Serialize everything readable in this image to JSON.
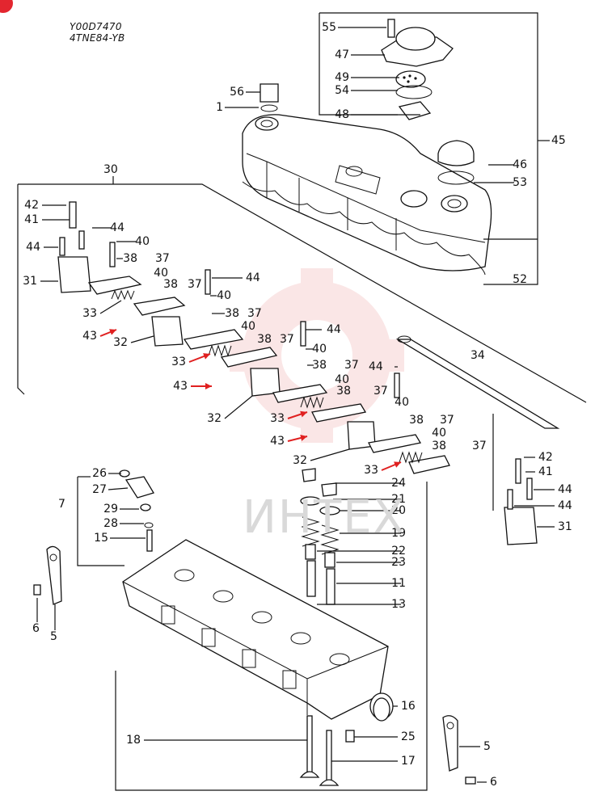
{
  "header": {
    "code": "Y00D7470",
    "model": "4TNE84-YB"
  },
  "watermark": "ИНТЕХ",
  "colors": {
    "arrow": "#e02020",
    "watermark": "#f3b8b8",
    "line": "#111111"
  },
  "callouts": [
    {
      "id": "c55",
      "label": "55"
    },
    {
      "id": "c47",
      "label": "47"
    },
    {
      "id": "c49",
      "label": "49"
    },
    {
      "id": "c54",
      "label": "54"
    },
    {
      "id": "c48",
      "label": "48"
    },
    {
      "id": "c56",
      "label": "56"
    },
    {
      "id": "c1",
      "label": "1"
    },
    {
      "id": "c45",
      "label": "45"
    },
    {
      "id": "c46",
      "label": "46"
    },
    {
      "id": "c53",
      "label": "53"
    },
    {
      "id": "c52",
      "label": "52"
    },
    {
      "id": "c30",
      "label": "30"
    },
    {
      "id": "c42a",
      "label": "42"
    },
    {
      "id": "c41a",
      "label": "41"
    },
    {
      "id": "c44a",
      "label": "44"
    },
    {
      "id": "c44b",
      "label": "44"
    },
    {
      "id": "c40a",
      "label": "40"
    },
    {
      "id": "c38a",
      "label": "38"
    },
    {
      "id": "c37a",
      "label": "37"
    },
    {
      "id": "c31a",
      "label": "31"
    },
    {
      "id": "c40b",
      "label": "40"
    },
    {
      "id": "c38b",
      "label": "38"
    },
    {
      "id": "c37b",
      "label": "37"
    },
    {
      "id": "c44c",
      "label": "44"
    },
    {
      "id": "c33a",
      "label": "33"
    },
    {
      "id": "c40c",
      "label": "40"
    },
    {
      "id": "c38c",
      "label": "38"
    },
    {
      "id": "c37c",
      "label": "37"
    },
    {
      "id": "c43a",
      "label": "43"
    },
    {
      "id": "c44d",
      "label": "44"
    },
    {
      "id": "c40d",
      "label": "40"
    },
    {
      "id": "c38d",
      "label": "38"
    },
    {
      "id": "c37d",
      "label": "37"
    },
    {
      "id": "c32a",
      "label": "32"
    },
    {
      "id": "c33b",
      "label": "33"
    },
    {
      "id": "c40e",
      "label": "40"
    },
    {
      "id": "c38e",
      "label": "38"
    },
    {
      "id": "c37e",
      "label": "37"
    },
    {
      "id": "c34",
      "label": "34"
    },
    {
      "id": "c44e",
      "label": "44"
    },
    {
      "id": "c43b",
      "label": "43"
    },
    {
      "id": "c40f",
      "label": "40"
    },
    {
      "id": "c38f",
      "label": "38"
    },
    {
      "id": "c37f",
      "label": "37"
    },
    {
      "id": "c32b",
      "label": "32"
    },
    {
      "id": "c33c",
      "label": "33"
    },
    {
      "id": "c40g",
      "label": "40"
    },
    {
      "id": "c38g",
      "label": "38"
    },
    {
      "id": "c37g",
      "label": "37"
    },
    {
      "id": "c43c",
      "label": "43"
    },
    {
      "id": "c40h",
      "label": "40"
    },
    {
      "id": "c38h",
      "label": "38"
    },
    {
      "id": "c37h",
      "label": "37"
    },
    {
      "id": "c32c",
      "label": "32"
    },
    {
      "id": "c33d",
      "label": "33"
    },
    {
      "id": "c42b",
      "label": "42"
    },
    {
      "id": "c41b",
      "label": "41"
    },
    {
      "id": "c44f",
      "label": "44"
    },
    {
      "id": "c44g",
      "label": "44"
    },
    {
      "id": "c31b",
      "label": "31"
    },
    {
      "id": "c26",
      "label": "26"
    },
    {
      "id": "c27",
      "label": "27"
    },
    {
      "id": "c7",
      "label": "7"
    },
    {
      "id": "c29",
      "label": "29"
    },
    {
      "id": "c28",
      "label": "28"
    },
    {
      "id": "c15",
      "label": "15"
    },
    {
      "id": "c24",
      "label": "24"
    },
    {
      "id": "c21",
      "label": "21"
    },
    {
      "id": "c20",
      "label": "20"
    },
    {
      "id": "c19",
      "label": "19"
    },
    {
      "id": "c22",
      "label": "22"
    },
    {
      "id": "c23",
      "label": "23"
    },
    {
      "id": "c11",
      "label": "11"
    },
    {
      "id": "c13",
      "label": "13"
    },
    {
      "id": "c6a",
      "label": "6"
    },
    {
      "id": "c5a",
      "label": "5"
    },
    {
      "id": "c16",
      "label": "16"
    },
    {
      "id": "c18",
      "label": "18"
    },
    {
      "id": "c25",
      "label": "25"
    },
    {
      "id": "c5b",
      "label": "5"
    },
    {
      "id": "c17",
      "label": "17"
    },
    {
      "id": "c6b",
      "label": "6"
    }
  ]
}
